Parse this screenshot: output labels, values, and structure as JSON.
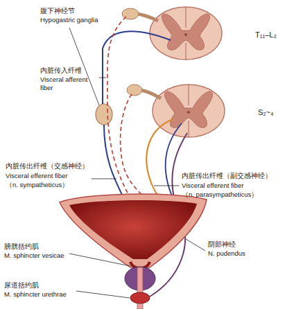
{
  "diagram": {
    "labels": [
      "腹下神经节",
      "Hypogastric ganglia",
      "T₁₁–L₂",
      "内脏传入纤维",
      "Visceral afferent",
      "fiber",
      "S₂~₄",
      "内脏传出纤维（交感神经）",
      "Visceral efferent fiber",
      "（n. sympatheticus）",
      "内脏传出纤维（副交感神经）",
      "Visceral efferent fiber",
      "（n. parasympatheticus）",
      "膀胱括约肌",
      "M. sphincter vesicae",
      "阴部神经",
      "N. pudendus",
      "尿道括约肌",
      "M. sphincter urethrae"
    ]
  }
}
